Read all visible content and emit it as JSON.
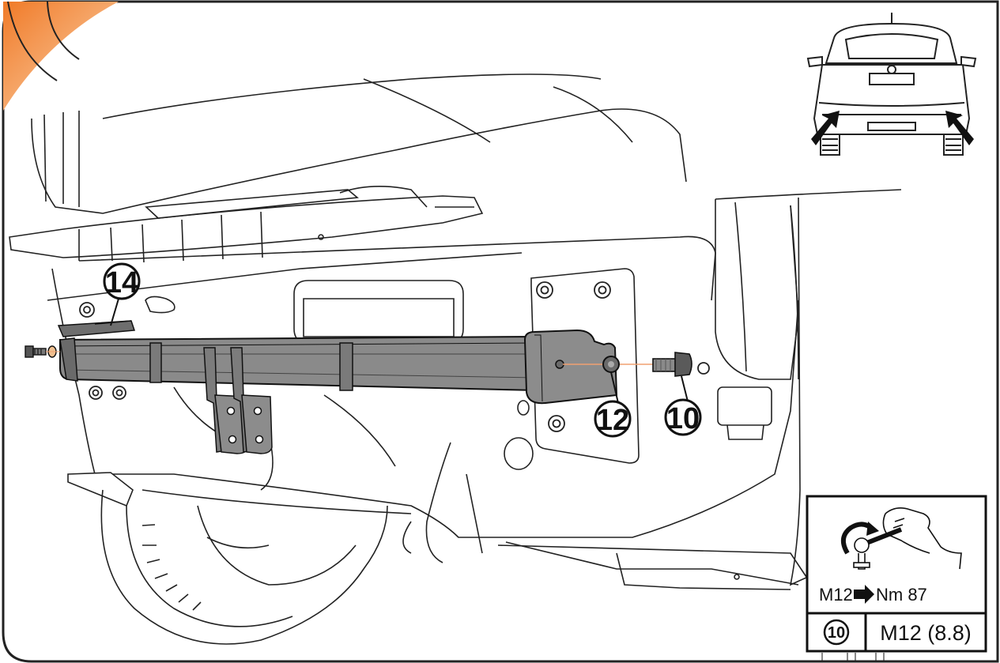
{
  "callouts": [
    {
      "id": "14",
      "label": "14"
    },
    {
      "id": "12",
      "label": "12"
    },
    {
      "id": "10",
      "label": "10"
    }
  ],
  "torque_box": {
    "thread": "M12",
    "value": "Nm 87",
    "part_number": "10",
    "bolt_spec": "M12 (8.8)"
  },
  "colors": {
    "accent_orange": "#f28a3c",
    "beam_gray": "#8a8a8a",
    "line": "#1a1a1a",
    "guide_line": "#f0a070"
  },
  "icons": [
    "wrench-icon",
    "rotation-arrow-icon",
    "car-rear-view-icon",
    "arrow-right-icon"
  ]
}
